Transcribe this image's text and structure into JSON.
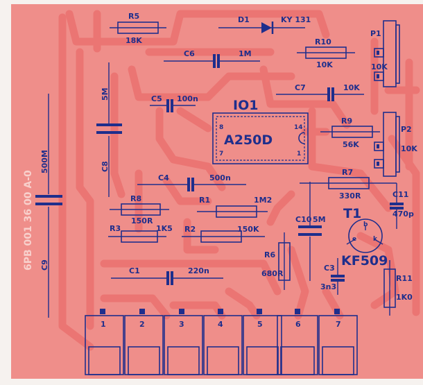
{
  "board_code": "6PB 001 36 00 A-0",
  "colors": {
    "copper": "#ef8e8a",
    "trace": "#eb7573",
    "ink": "#1e2e8c",
    "edge": "#f6f2ef"
  },
  "ic": {
    "ref": "IO1",
    "type": "A250D",
    "pins": {
      "p8": "8",
      "p14": "14",
      "p7": "7",
      "p1": "1"
    }
  },
  "transistor": {
    "ref": "T1",
    "type": "KF509",
    "leads": {
      "b": "b",
      "e": "e",
      "k": "k"
    }
  },
  "resistors": [
    {
      "ref": "R5",
      "value": "18K"
    },
    {
      "ref": "R10",
      "value": "10K"
    },
    {
      "ref": "R9",
      "value": "56K"
    },
    {
      "ref": "R7",
      "value": "330R"
    },
    {
      "ref": "R8",
      "value": "150R"
    },
    {
      "ref": "R1",
      "value": "1M2"
    },
    {
      "ref": "R3",
      "value": "1K5"
    },
    {
      "ref": "R2",
      "value": "150K"
    },
    {
      "ref": "R6",
      "value": "680R"
    },
    {
      "ref": "R11",
      "value": "1K0"
    }
  ],
  "capacitors": [
    {
      "ref": "C6",
      "value": "1M"
    },
    {
      "ref": "C5",
      "value": "100n"
    },
    {
      "ref": "C7",
      "value": "10K"
    },
    {
      "ref": "C8",
      "value": "5M"
    },
    {
      "ref": "C9",
      "value": "500M"
    },
    {
      "ref": "C4",
      "value": "500n"
    },
    {
      "ref": "C11",
      "value": "470p"
    },
    {
      "ref": "C10",
      "value": "5M"
    },
    {
      "ref": "C3",
      "value": "3n3"
    },
    {
      "ref": "C1",
      "value": "220n"
    }
  ],
  "diode": {
    "ref": "D1",
    "type": "KY 131"
  },
  "potentiometers": [
    {
      "ref": "P1",
      "value": "10K"
    },
    {
      "ref": "P2",
      "value": "10K"
    }
  ],
  "terminals": [
    "1",
    "2",
    "3",
    "4",
    "5",
    "6",
    "7"
  ]
}
